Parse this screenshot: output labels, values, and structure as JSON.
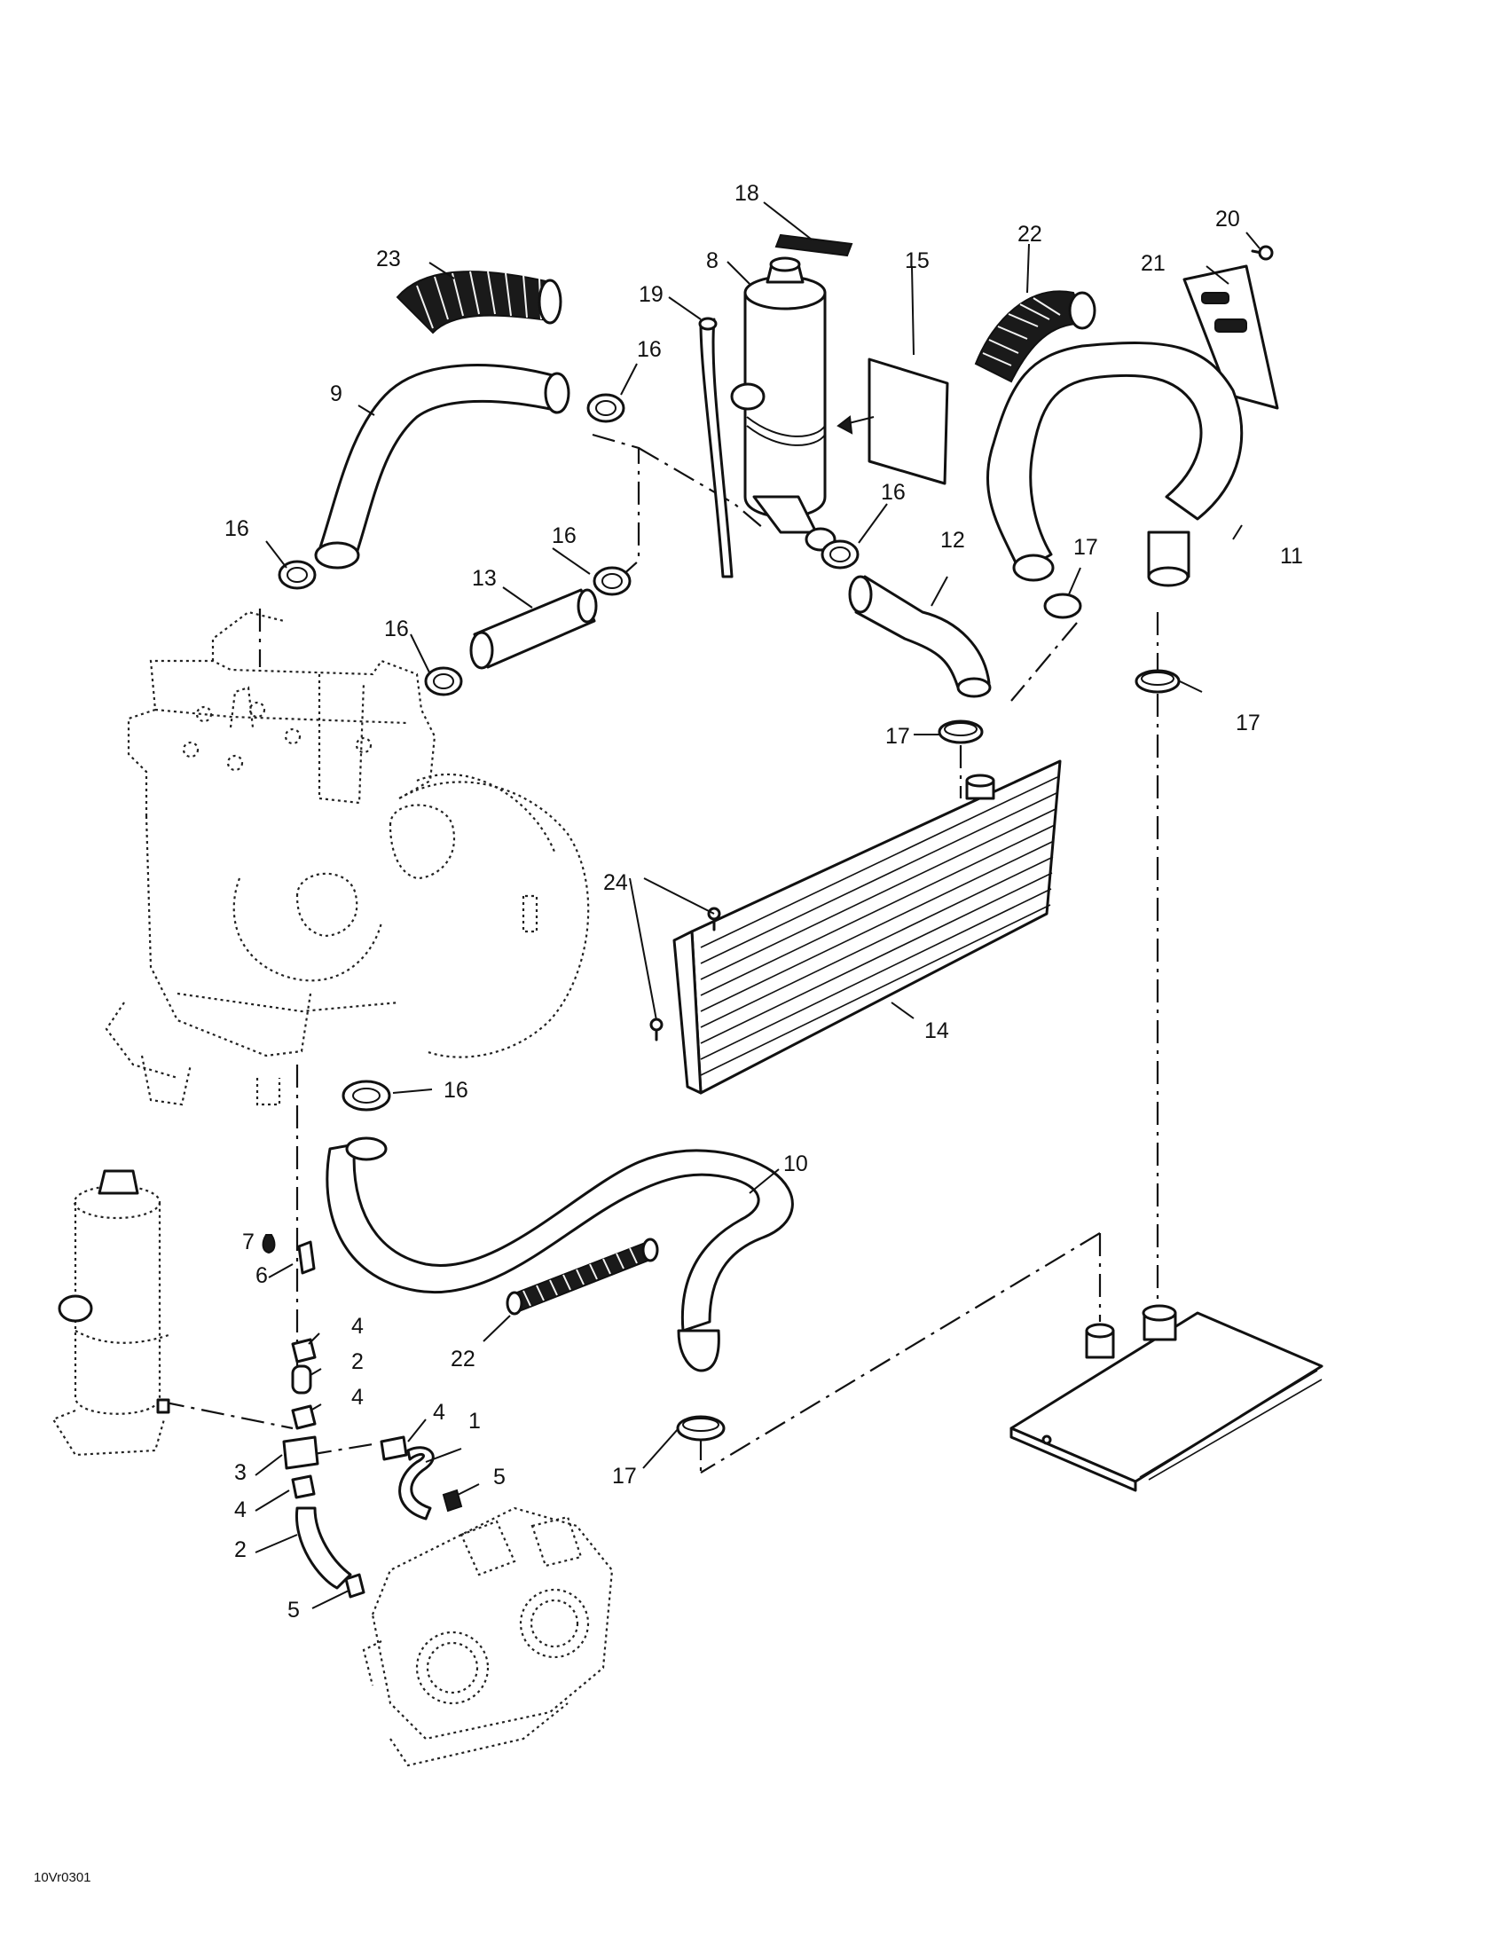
{
  "diagram": {
    "drawing_ref": "10Vr0301",
    "callouts": [
      {
        "id": "c1",
        "label": "1"
      },
      {
        "id": "c2a",
        "label": "2"
      },
      {
        "id": "c2b",
        "label": "2"
      },
      {
        "id": "c3",
        "label": "3"
      },
      {
        "id": "c4a",
        "label": "4"
      },
      {
        "id": "c4b",
        "label": "4"
      },
      {
        "id": "c4c",
        "label": "4"
      },
      {
        "id": "c4d",
        "label": "4"
      },
      {
        "id": "c5a",
        "label": "5"
      },
      {
        "id": "c5b",
        "label": "5"
      },
      {
        "id": "c6",
        "label": "6"
      },
      {
        "id": "c7",
        "label": "7"
      },
      {
        "id": "c8",
        "label": "8"
      },
      {
        "id": "c9",
        "label": "9"
      },
      {
        "id": "c10",
        "label": "10"
      },
      {
        "id": "c11",
        "label": "11"
      },
      {
        "id": "c12",
        "label": "12"
      },
      {
        "id": "c13",
        "label": "13"
      },
      {
        "id": "c14",
        "label": "14"
      },
      {
        "id": "c15",
        "label": "15"
      },
      {
        "id": "c16a",
        "label": "16"
      },
      {
        "id": "c16b",
        "label": "16"
      },
      {
        "id": "c16c",
        "label": "16"
      },
      {
        "id": "c16d",
        "label": "16"
      },
      {
        "id": "c16e",
        "label": "16"
      },
      {
        "id": "c16f",
        "label": "16"
      },
      {
        "id": "c17a",
        "label": "17"
      },
      {
        "id": "c17b",
        "label": "17"
      },
      {
        "id": "c17c",
        "label": "17"
      },
      {
        "id": "c17d",
        "label": "17"
      },
      {
        "id": "c18",
        "label": "18"
      },
      {
        "id": "c19",
        "label": "19"
      },
      {
        "id": "c20",
        "label": "20"
      },
      {
        "id": "c21",
        "label": "21"
      },
      {
        "id": "c22a",
        "label": "22"
      },
      {
        "id": "c22b",
        "label": "22"
      },
      {
        "id": "c23",
        "label": "23"
      },
      {
        "id": "c24",
        "label": "24"
      }
    ]
  }
}
